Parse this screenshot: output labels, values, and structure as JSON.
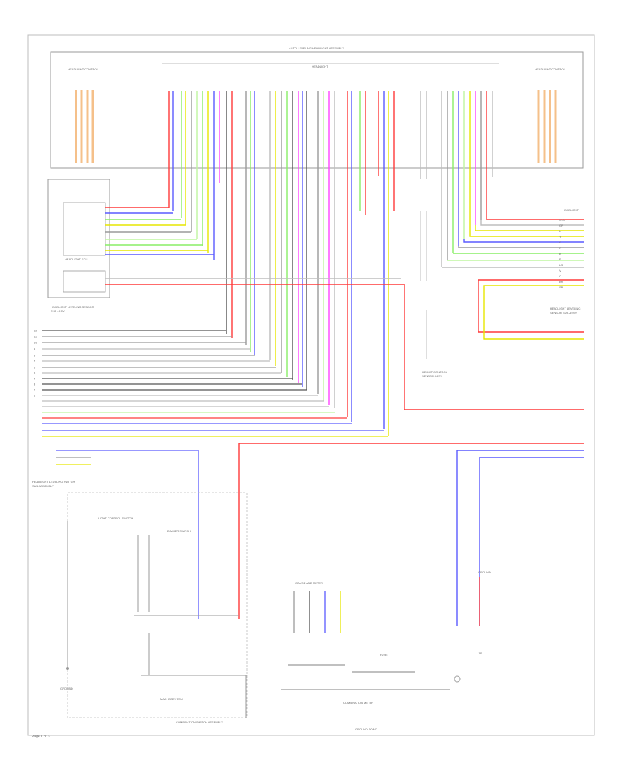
{
  "page_number": "Page 1 of 3",
  "labels": {
    "top_harness": "AUTO-LEVELING HEADLIGHT ASSEMBLY",
    "left_block": "HEADLIGHT CONTROL",
    "right_block": "HEADLIGHT CONTROL",
    "headlamp_connector": "HEADLIGHT",
    "left_sensor_module": "HEADLIGHT LEVELING SENSOR",
    "left_sensor_module2": "SUB ASSY",
    "left_ecu_caption": "HEADLIGHT ECU",
    "right_unit_caption": "HEADLIGHT",
    "right_module_caption": "HEADLIGHT LEVELING",
    "right_module_caption2": "SENSOR SUB-ASSY",
    "mid_sensor_caption": "HEIGHT CONTROL",
    "mid_sensor_caption2": "SENSOR ASSY",
    "combo_switch_caption": "COMBINATION SWITCH ASSEMBLY",
    "cluster_caption": "COMBINATION METER",
    "gauge_caption": "GAUGE AND METER",
    "leveling_switch": "HEADLIGHT LEVELING SWITCH",
    "light_control_sw": "LIGHT CONTROL SWITCH",
    "dimmer_sw": "DIMMER SWITCH",
    "body_ecu": "MAIN BODY ECU",
    "ground_a": "GROUND",
    "ground_b": "GROUND",
    "fuse_caption": "FUSE",
    "switch_sub": "SUB-ASSEMBLY",
    "ground_point": "GROUND POINT",
    "lower_note": "J/B",
    "left_side_pins": [
      "12",
      "11",
      "10",
      "9",
      "8",
      "7",
      "6",
      "5",
      "4",
      "3",
      "2",
      "1"
    ],
    "wire_codes": [
      "W-B",
      "GR",
      "L",
      "Y",
      "G",
      "R",
      "B",
      "P",
      "LG",
      "V",
      "O",
      "BR",
      "SB"
    ]
  },
  "colors": {
    "frame": "#bcbcbc",
    "red": "#ff3a3a",
    "blue": "#5a5aff",
    "yellow": "#e6e600",
    "green": "#88ee66",
    "lightgreen": "#bff5a0",
    "magenta": "#ff44ff",
    "gray": "#9a9a9a",
    "darkgray": "#555555",
    "orange": "#f5c08a",
    "pink": "#ffb0b0"
  }
}
